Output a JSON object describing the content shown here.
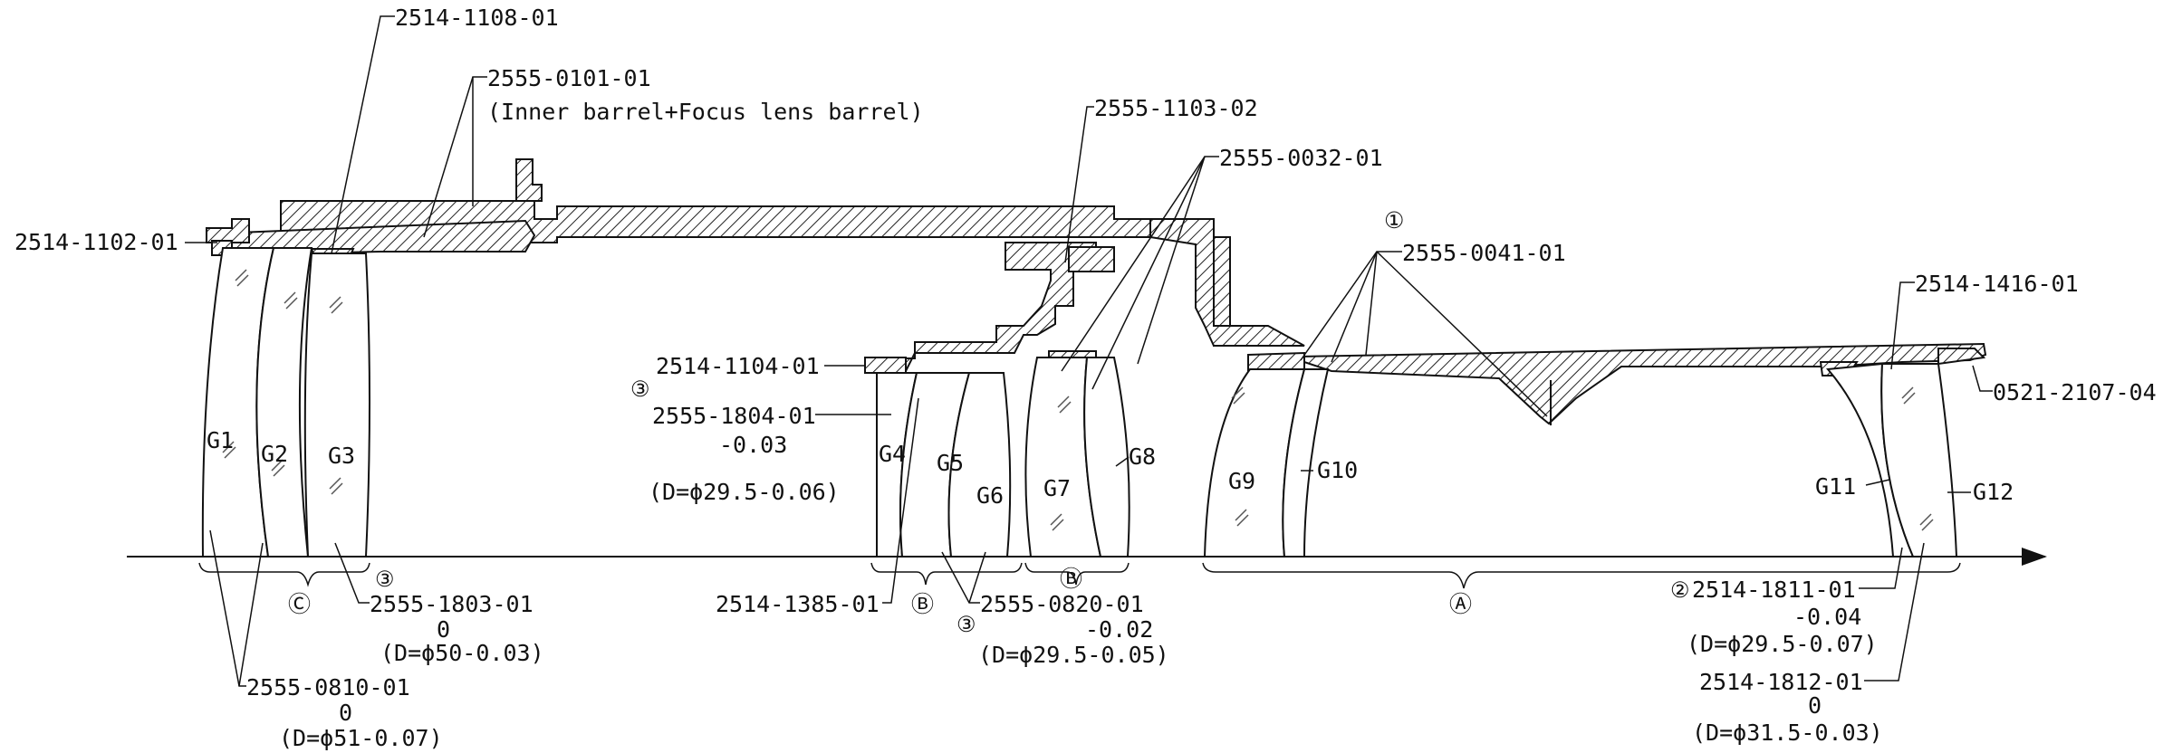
{
  "parts": {
    "p_2514_1108": "2514-1108-01",
    "p_2555_0101": "2555-0101-01",
    "p_2555_0101_desc": "(Inner barrel+Focus lens barrel)",
    "p_2514_1102": "2514-1102-01",
    "p_2555_1103": "2555-1103-02",
    "p_2555_0032": "2555-0032-01",
    "p_2555_0041": "2555-0041-01",
    "p_2514_1416": "2514-1416-01",
    "p_0521_2107": "0521-2107-04",
    "p_2514_1104": "2514-1104-01"
  },
  "lenses": [
    "G1",
    "G2",
    "G3",
    "G4",
    "G5",
    "G6",
    "G7",
    "G8",
    "G9",
    "G10",
    "G11",
    "G12"
  ],
  "markers": {
    "circ1": "①",
    "circ2": "②",
    "circ3": "③",
    "groupA": "Ⓐ",
    "groupB": "Ⓑ",
    "groupC": "Ⓒ"
  },
  "spacers": {
    "s1804": {
      "num": "2555-1804-01",
      "tol": "-0.03",
      "dia": "(D=ϕ29.5-0.06)"
    },
    "s1803": {
      "num": "2555-1803-01",
      "tol": "0",
      "dia": "(D=ϕ50-0.03)"
    },
    "s0810": {
      "num": "2555-0810-01",
      "tol": "0",
      "dia": "(D=ϕ51-0.07)"
    },
    "s1385": {
      "num": "2514-1385-01"
    },
    "s0820": {
      "num": "2555-0820-01",
      "tol": "-0.02",
      "dia": "(D=ϕ29.5-0.05)"
    },
    "s1811": {
      "num": "2514-1811-01",
      "tol": "-0.04",
      "dia": "(D=ϕ29.5-0.07)"
    },
    "s1812": {
      "num": "2514-1812-01",
      "tol": "0",
      "dia": "(D=ϕ31.5-0.03)"
    }
  }
}
